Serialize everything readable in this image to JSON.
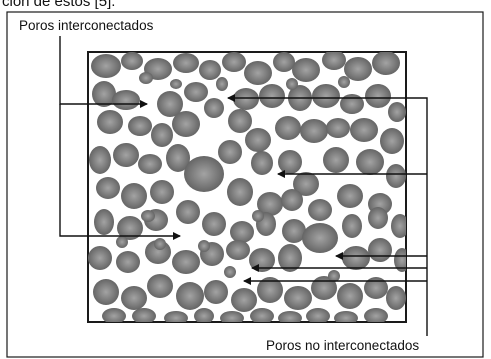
{
  "header_text": "ción de éstos [5].",
  "labels": {
    "interconnected": "Poros interconectados",
    "non_interconnected": "Poros no interconectados"
  },
  "colors": {
    "frame": "#1a1a1a",
    "pore_light": "#9a9a9a",
    "pore_dark": "#5f5f5f",
    "background": "#ffffff",
    "arrow": "#111111"
  }
}
